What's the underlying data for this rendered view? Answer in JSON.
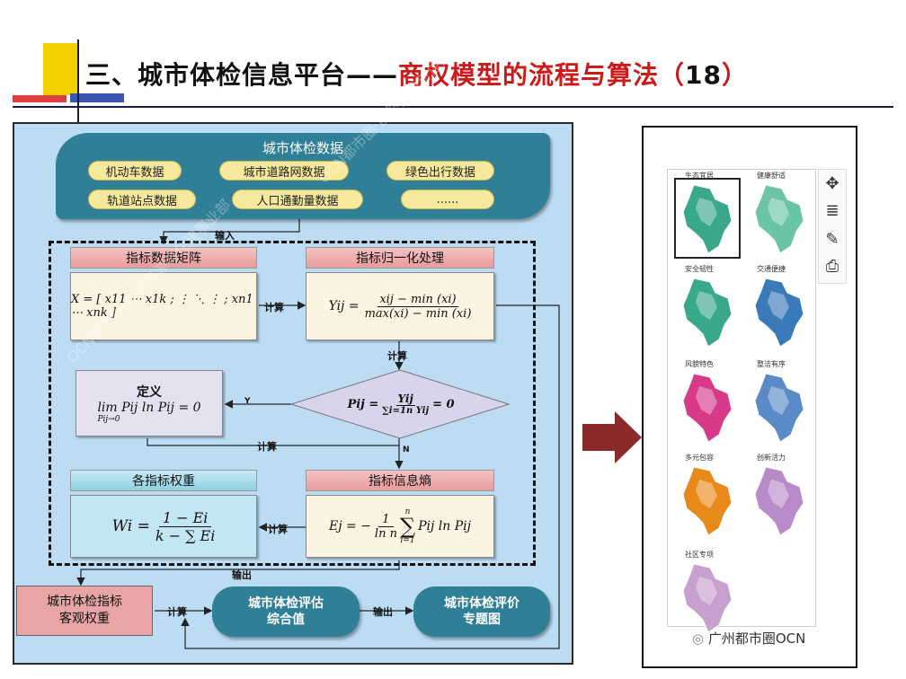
{
  "title": {
    "part1": "三、城市体检信息平台——",
    "part2": "商权模型的流程与算法（",
    "number": "18",
    "close": "）"
  },
  "flow": {
    "data_source": {
      "title": "城市体检数据",
      "items": [
        "机动车数据",
        "城市道路网数据",
        "绿色出行数据",
        "轨道站点数据",
        "人口通勤量数据",
        "......"
      ]
    },
    "input_label": "输入",
    "matrix": {
      "header": "指标数据矩阵",
      "formula": "X = [ x11 ⋯ x1k ; ⋮ ⋱ ⋮ ; xn1 ⋯ xnk ]"
    },
    "normalize": {
      "header": "指标归一化处理",
      "formula_lhs": "Yij =",
      "numerator": "xij − min (xi)",
      "denominator": "max(xi) − min (xi)"
    },
    "compute": "计算",
    "definition": {
      "title": "定义",
      "formula": "lim Pij ln Pij = 0",
      "sub": "Pij→0"
    },
    "diamond": {
      "formula_lhs": "Pij =",
      "numerator": "Yij",
      "denominator": "∑i=1n Yij",
      "rhs": "= 0"
    },
    "yes": "Y",
    "no": "N",
    "weights": {
      "header": "各指标权重",
      "formula_lhs": "Wi =",
      "numerator": "1 − Ei",
      "denominator": "k − ∑ Ei"
    },
    "entropy": {
      "header": "指标信息熵",
      "formula_lhs": "Ej = −",
      "frac_num": "1",
      "frac_den": "ln n",
      "sum_top": "n",
      "sum_bot": "i=1",
      "tail": "Pij ln Pij"
    },
    "output": "输出",
    "objective_weight": "城市体检指标\n客观权重",
    "composite": "城市体检评估\n综合值",
    "map_output": "城市体检评价\n专题图"
  },
  "maps": {
    "labels": [
      "生态宜居",
      "健康舒适",
      "安全韧性",
      "交通便捷",
      "风貌特色",
      "整洁有序",
      "多元包容",
      "创新活力",
      "社区专项"
    ],
    "colors": [
      "#3aa88a",
      "#6cc4a8",
      "#3aa88a",
      "#3a7ab8",
      "#d83a8a",
      "#5a8ac8",
      "#e88a1a",
      "#b88ac8",
      "#c8a0d0"
    ]
  },
  "watermark": "OCN都市圈·自然资源与住建事业部",
  "footer": "广州都市圈OCN"
}
